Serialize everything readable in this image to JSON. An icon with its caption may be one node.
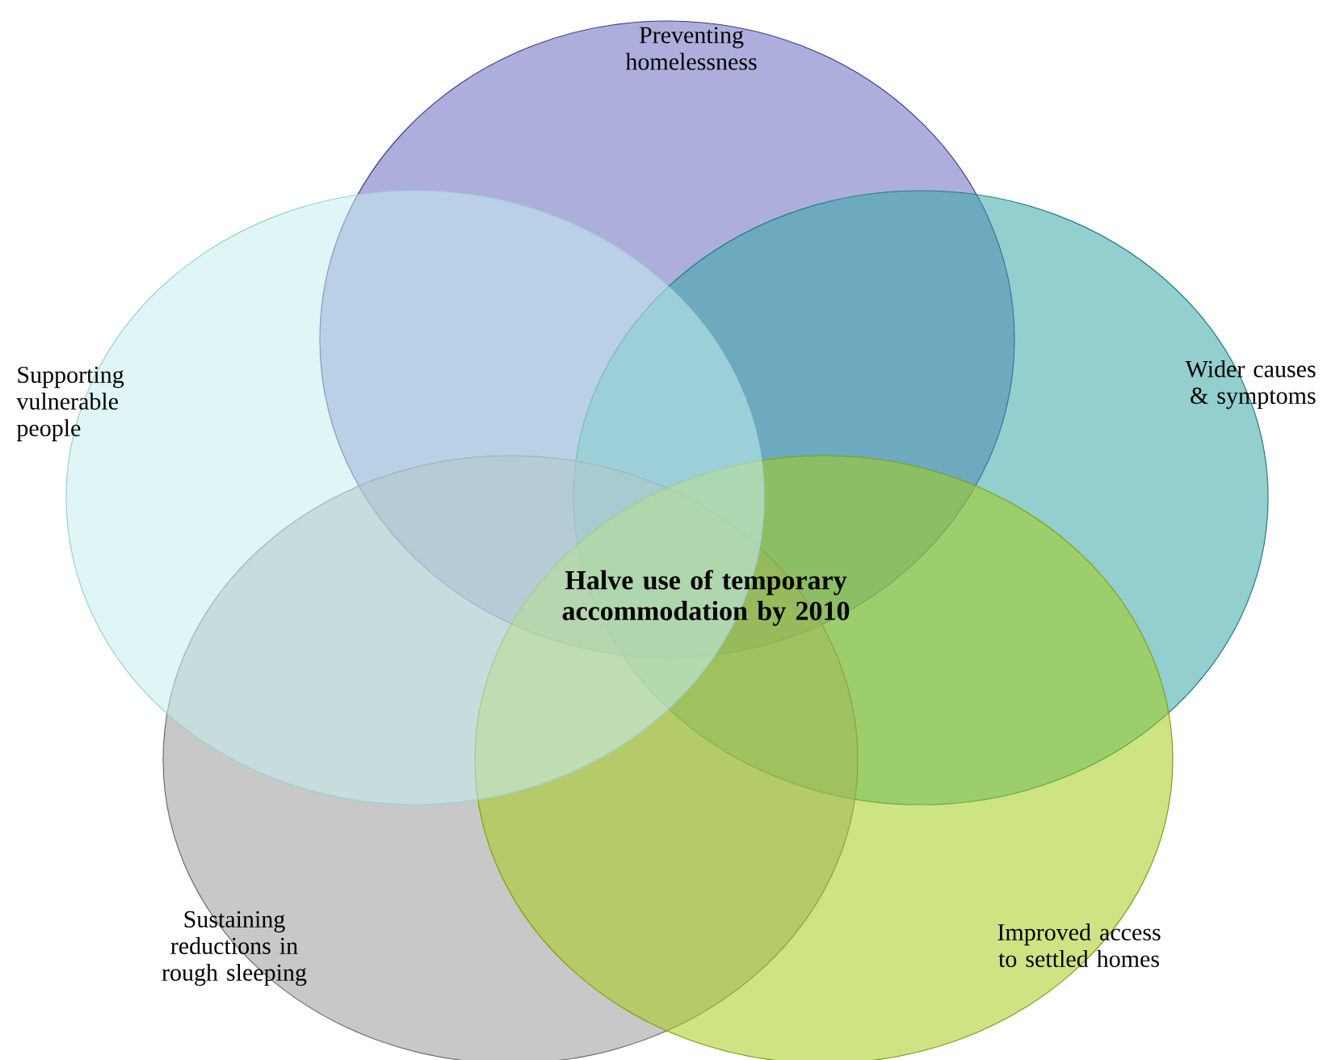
{
  "diagram": {
    "nodes": [
      {
        "text": [
          "Preventing homelessness"
        ]
      },
      {
        "text": [
          "Supporting vulnerable people"
        ]
      },
      {
        "text": [
          "Wider causes & symptoms"
        ]
      },
      {
        "text": [
          "Sustaining reductions in rough sleeping"
        ]
      },
      {
        "text": [
          "Improved access to settled homes"
        ]
      }
    ],
    "labels": [
      "Halve use of temporary accommodation by 2010"
    ]
  }
}
